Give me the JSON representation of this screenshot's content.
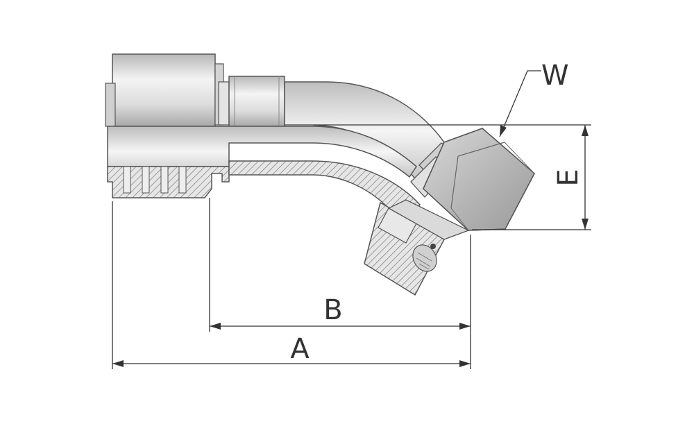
{
  "diagram": {
    "labels": {
      "w": "W",
      "e": "E",
      "b": "B",
      "a": "A"
    },
    "colors": {
      "background": "#ffffff",
      "metal_light": "#f2f2f2",
      "metal_mid": "#c9c9c9",
      "metal_dark": "#8a8a8a",
      "outline": "#555555",
      "hatch": "#7a7a7a",
      "dimension": "#333333"
    }
  }
}
